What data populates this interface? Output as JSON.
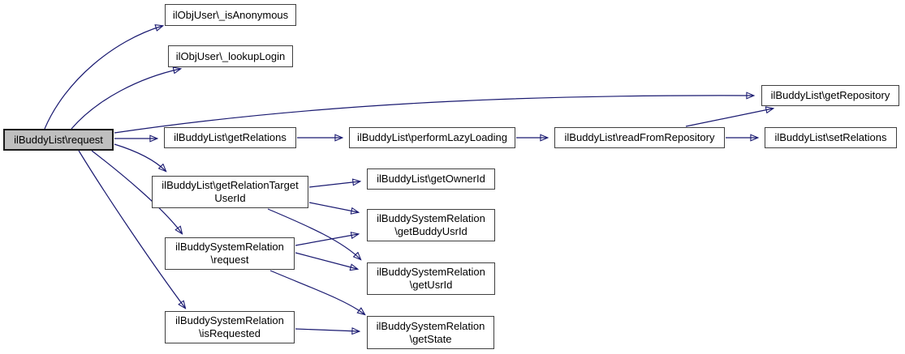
{
  "diagram": {
    "type": "call-graph",
    "root_function": "ilBuddyList\\request",
    "colors": {
      "background": "#ffffff",
      "edge": "#191970",
      "node_border": "#3f3f3f",
      "node_fill": "#ffffff",
      "highlighted_node_fill": "#bfbfbf",
      "text": "#000000"
    },
    "nodes": [
      {
        "id": "request",
        "label": "ilBuddyList\\request",
        "highlighted": true
      },
      {
        "id": "isAnonymous",
        "label": "ilObjUser\\_isAnonymous",
        "highlighted": false
      },
      {
        "id": "lookupLogin",
        "label": "ilObjUser\\_lookupLogin",
        "highlighted": false
      },
      {
        "id": "getRepository",
        "label": "ilBuddyList\\getRepository",
        "highlighted": false
      },
      {
        "id": "getRelations",
        "label": "ilBuddyList\\getRelations",
        "highlighted": false
      },
      {
        "id": "performLazyLoading",
        "label": "ilBuddyList\\performLazyLoading",
        "highlighted": false
      },
      {
        "id": "readFromRepository",
        "label": "ilBuddyList\\readFromRepository",
        "highlighted": false
      },
      {
        "id": "setRelations",
        "label": "ilBuddyList\\setRelations",
        "highlighted": false
      },
      {
        "id": "getRelationTargetUserId",
        "label": "ilBuddyList\\getRelationTarget\nUserId",
        "highlighted": false
      },
      {
        "id": "getOwnerId",
        "label": "ilBuddyList\\getOwnerId",
        "highlighted": false
      },
      {
        "id": "getBuddyUsrId",
        "label": "ilBuddySystemRelation\n\\getBuddyUsrId",
        "highlighted": false
      },
      {
        "id": "relationRequest",
        "label": "ilBuddySystemRelation\n\\request",
        "highlighted": false
      },
      {
        "id": "getUsrId",
        "label": "ilBuddySystemRelation\n\\getUsrId",
        "highlighted": false
      },
      {
        "id": "isRequested",
        "label": "ilBuddySystemRelation\n\\isRequested",
        "highlighted": false
      },
      {
        "id": "getState",
        "label": "ilBuddySystemRelation\n\\getState",
        "highlighted": false
      }
    ],
    "edges": [
      {
        "from": "request",
        "to": "isAnonymous"
      },
      {
        "from": "request",
        "to": "lookupLogin"
      },
      {
        "from": "request",
        "to": "getRepository"
      },
      {
        "from": "request",
        "to": "getRelations"
      },
      {
        "from": "request",
        "to": "getRelationTargetUserId"
      },
      {
        "from": "request",
        "to": "relationRequest"
      },
      {
        "from": "request",
        "to": "isRequested"
      },
      {
        "from": "getRelations",
        "to": "performLazyLoading"
      },
      {
        "from": "performLazyLoading",
        "to": "readFromRepository"
      },
      {
        "from": "readFromRepository",
        "to": "getRepository"
      },
      {
        "from": "readFromRepository",
        "to": "setRelations"
      },
      {
        "from": "getRelationTargetUserId",
        "to": "getOwnerId"
      },
      {
        "from": "getRelationTargetUserId",
        "to": "getBuddyUsrId"
      },
      {
        "from": "getRelationTargetUserId",
        "to": "getUsrId"
      },
      {
        "from": "relationRequest",
        "to": "getBuddyUsrId"
      },
      {
        "from": "relationRequest",
        "to": "getUsrId"
      },
      {
        "from": "relationRequest",
        "to": "getState"
      },
      {
        "from": "isRequested",
        "to": "getState"
      }
    ]
  }
}
